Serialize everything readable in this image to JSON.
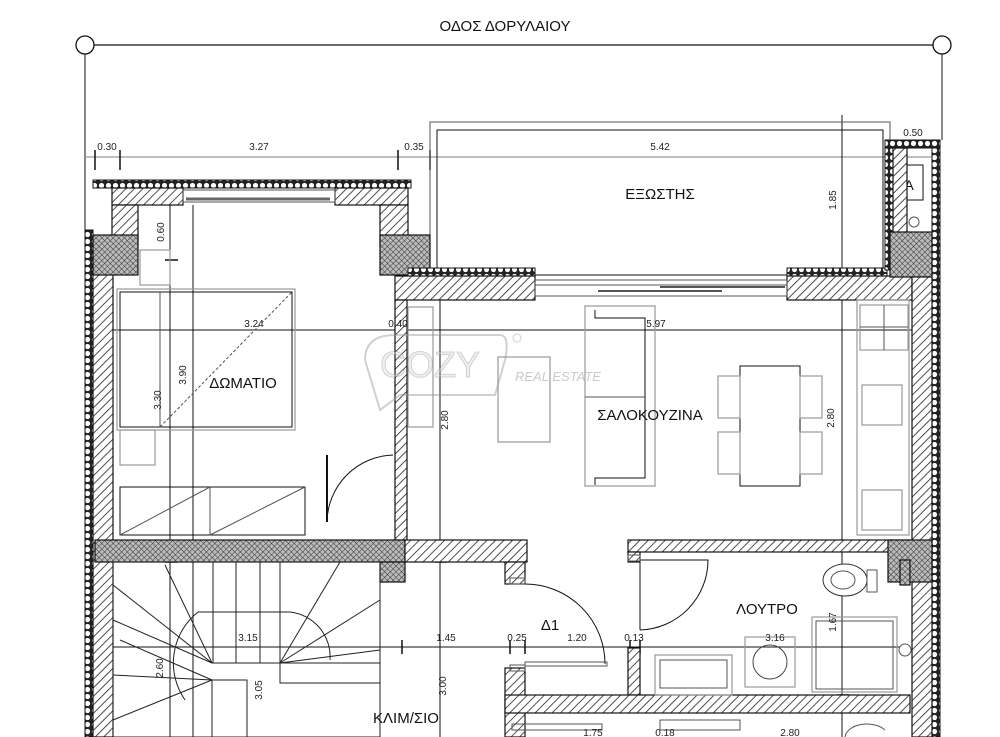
{
  "street_label": "ΟΔΟΣ ΔΟΡΥΛΑΙΟΥ",
  "rooms": {
    "balcony": "ΕΞΩΣΤΗΣ",
    "bedroom": "ΔΩΜΑΤΙΟ",
    "living_kitchen": "ΣΑΛΟΚΟΥΖΙΝΑ",
    "bathroom": "ΛΟΥΤΡΟ",
    "staircase": "ΚΛΙΜ/ΣΙΟ",
    "door_tag": "Δ1",
    "boiler_tag": "A"
  },
  "dimensions": {
    "top_030": "0.30",
    "top_327": "3.27",
    "top_035": "0.35",
    "top_542": "5.42",
    "top_050": "0.50",
    "balcony_depth": "1.85",
    "bedroom_060": "0.60",
    "bedroom_width": "3.24",
    "wall_040": "0.40",
    "living_width": "5.97",
    "bedroom_330": "3.30",
    "bedroom_390": "3.90",
    "living_280_left": "2.80",
    "living_280_right": "2.80",
    "stair_315": "3.15",
    "hall_145": "1.45",
    "wall_025": "0.25",
    "door_120": "1.20",
    "wall_013": "0.13",
    "bath_316": "3.16",
    "bath_167": "1.67",
    "stair_260": "2.60",
    "stair_305": "3.05",
    "hall_300": "3.00",
    "bottom_175": "1.75",
    "bottom_018": "0.18",
    "bottom_280": "2.80"
  },
  "watermark": {
    "brand": "COZY",
    "sub": "REAL ESTATE"
  }
}
